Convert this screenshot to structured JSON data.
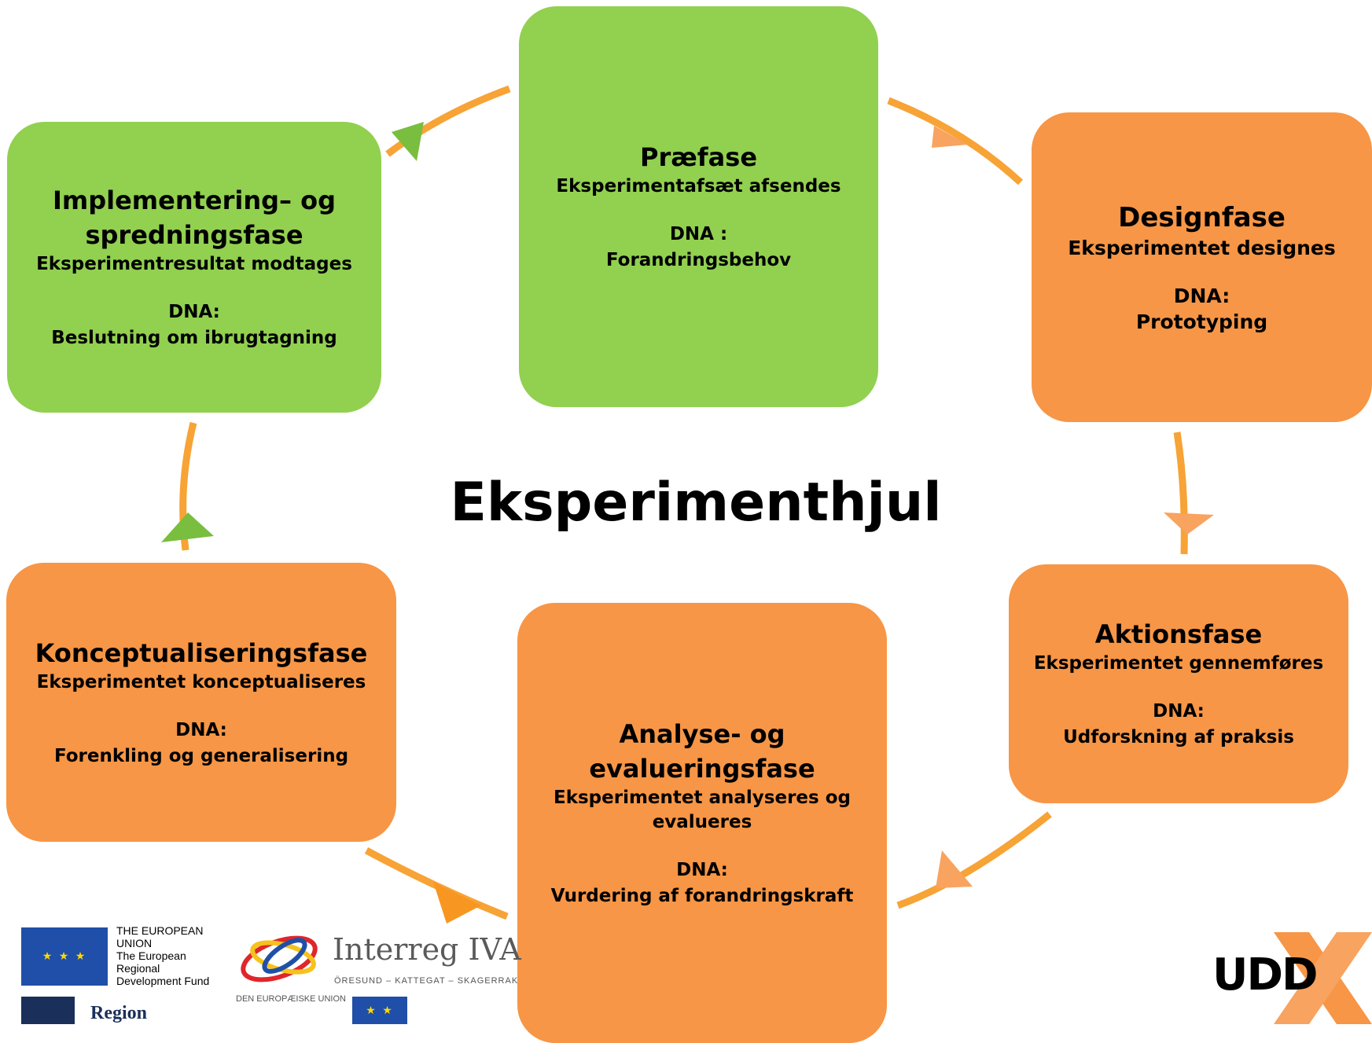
{
  "title": "Eksperimenthjul",
  "colors": {
    "green": "#92d050",
    "orange": "#f79646",
    "arrow": "#f7a336"
  },
  "nodes": {
    "praefase": {
      "title": "Præfase",
      "subtitle": "Eksperimentafsæt afsendes",
      "dna_label": "DNA :",
      "dna_value": "Forandringsbehov"
    },
    "designfase": {
      "title": "Designfase",
      "subtitle": "Eksperimentet designes",
      "dna_label": "DNA:",
      "dna_value": "Prototyping"
    },
    "aktionsfase": {
      "title": "Aktionsfase",
      "subtitle": "Eksperimentet gennemføres",
      "dna_label": "DNA:",
      "dna_value": "Udforskning af praksis"
    },
    "analysefase": {
      "title_line1": "Analyse- og",
      "title_line2": "evalueringsfase",
      "subtitle_line1": "Eksperimentet analyseres og",
      "subtitle_line2": "evalueres",
      "dna_label": "DNA:",
      "dna_value": "Vurdering af forandringskraft"
    },
    "konceptfase": {
      "title": "Konceptualiseringsfase",
      "subtitle": "Eksperimentet konceptualiseres",
      "dna_label": "DNA:",
      "dna_value": "Forenkling og generalisering"
    },
    "implementfase": {
      "title_line1": "Implementering– og",
      "title_line2": "spredningsfase",
      "subtitle": "Eksperimentresultat modtages",
      "dna_label": "DNA:",
      "dna_value": "Beslutning om ibrugtagning"
    }
  },
  "logos": {
    "eu_line1": "THE EUROPEAN",
    "eu_line2": "UNION",
    "eu_line3": "The European",
    "eu_line4": "Regional",
    "eu_line5": "Development Fund",
    "interreg": "Interreg IVA",
    "interreg_sub": "ÖRESUND – KATTEGAT – SKAGERRAK",
    "den_eu": "DEN EUROPÆISKE UNION",
    "region": "Region",
    "udd": "UDD"
  }
}
